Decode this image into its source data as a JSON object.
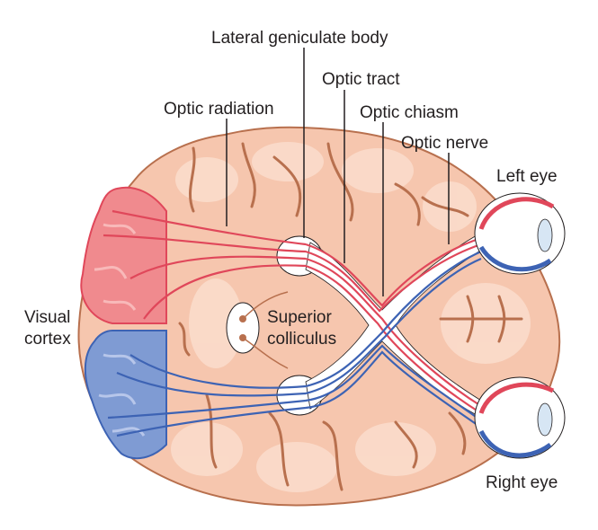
{
  "diagram": {
    "title": "Visual pathway",
    "labels": {
      "lateral_geniculate_body": "Lateral geniculate body",
      "optic_tract": "Optic tract",
      "optic_radiation": "Optic radiation",
      "optic_chiasm": "Optic chiasm",
      "optic_nerve": "Optic nerve",
      "left_eye": "Left eye",
      "right_eye": "Right eye",
      "visual_cortex_line1": "Visual",
      "visual_cortex_line2": "cortex",
      "superior_colliculus_line1": "Superior",
      "superior_colliculus_line2": "colliculus"
    },
    "colors": {
      "brain_fill": "#f6c6ae",
      "brain_light": "#fbdccb",
      "sulcus": "#b8704e",
      "left_pathway": "#e0475a",
      "right_pathway": "#3d63b4",
      "cortex_red": "#f08a8e",
      "cortex_blue": "#7f9bd3",
      "leader_line": "#231f20"
    }
  }
}
